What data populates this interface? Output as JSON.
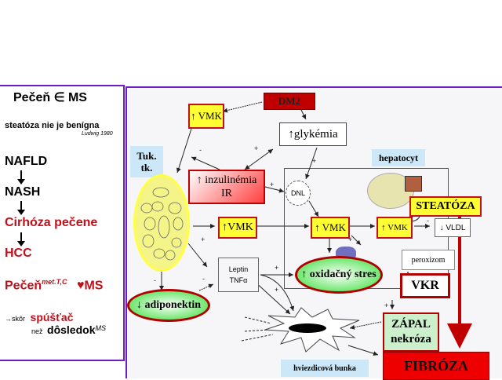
{
  "left_panel": {
    "title": "Pečeň ∈ MS",
    "subtitle": "steatóza nie je benígna",
    "citation": "Ludwig 1980",
    "progression": [
      "NAFLD",
      "NASH",
      "Cirhóza pečene",
      "HCC"
    ],
    "liver_line": {
      "main": "Pečeň",
      "sup": "met.T,C",
      "heart": "♥",
      "ms": "MS"
    },
    "trigger_line": {
      "arrow": "→",
      "prefix": "skôr",
      "word": "spúšťač"
    },
    "consequence_line": {
      "prefix": "než",
      "word": "dôsledok",
      "sup": "MS"
    }
  },
  "diagram": {
    "dm2": "DM2",
    "vmk_top": "↑ VMK",
    "glykemia": "↑glykémia",
    "tuk_tk": [
      "Tuk.",
      "tk."
    ],
    "inzulinemia": [
      "↑ inzulinémia",
      "IR"
    ],
    "dnl": "DNL",
    "hepatocyt": "hepatocyt",
    "steatoza": "STEATÓZA",
    "vmk_mid_left": "↑VMK",
    "vmk_mid_center": "↑ VMK",
    "vmk_mid_right": "↑ VMK",
    "vldl": "↓ VLDL",
    "leptin": [
      "Leptin",
      "TNFα"
    ],
    "oxidative_stress": "↑ oxidačný stres",
    "peroxizom": "peroxizom",
    "vkr": "VKR",
    "adiponektin": "↓ adiponektin",
    "zapal": [
      "ZÁPAL",
      "nekróza"
    ],
    "stellate_cell": "hviezdicová bunka",
    "fibroza": "FIBRÓZA",
    "signs": {
      "plus": "+",
      "minus": "-"
    }
  },
  "colors": {
    "frame": "#6a1fc4",
    "red": "#c0101a",
    "dark_red": "#b00000",
    "yellow": "#ffff33",
    "light_blue": "#cce8f8",
    "green": "#33dd33"
  }
}
